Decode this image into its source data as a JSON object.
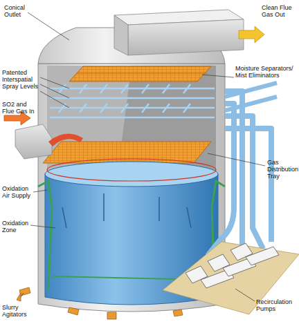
{
  "diagram": {
    "labels": [
      "Conical Outlet",
      "Clean Flue Gas Out",
      "Patented Interspatial Spray Levels",
      "Moisture Separators/ Mist Eliminators",
      "SO2 and Flue Gas In",
      "Gas Distribution Tray",
      "Oxidation Air Supply",
      "Oxidation Zone",
      "Slurry Agitators",
      "Recirculation Pumps"
    ]
  }
}
